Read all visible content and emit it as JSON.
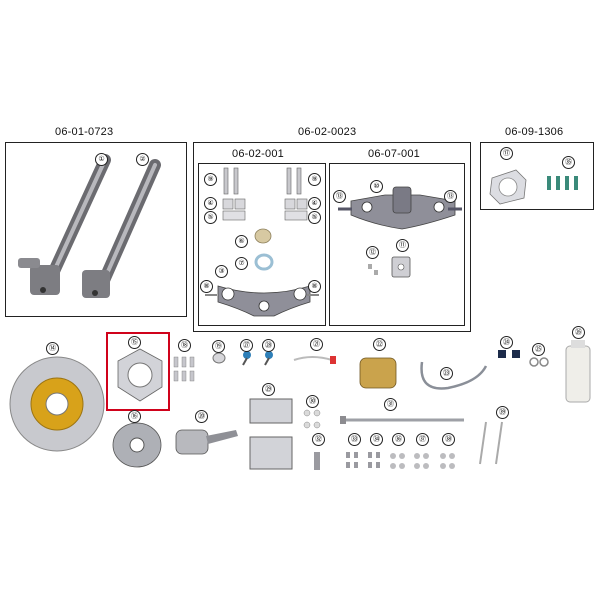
{
  "kits": {
    "fork": "06-01-0723",
    "triple": "06-02-0023",
    "lower": "06-02-001",
    "upper": "06-07-001",
    "cover": "06-09-1306"
  },
  "callouts": [
    "①",
    "②",
    "③",
    "④",
    "⑤",
    "⑥",
    "⑦",
    "⑧",
    "⑨",
    "⑩",
    "⑪",
    "⑫",
    "⑬",
    "⑭",
    "⑮",
    "⑯",
    "⑰",
    "⑱",
    "⑲",
    "⑳",
    "㉑",
    "㉒",
    "㉓",
    "㉔",
    "㉕",
    "㉖",
    "㉗",
    "㉘",
    "㉙",
    "㉚",
    "㉛",
    "㉜",
    "㉝",
    "㉞",
    "㉟",
    "㊱",
    "㊲",
    "㊳",
    "㊴"
  ],
  "highlighted": "⑮",
  "colors": {
    "highlight": "#d0021b",
    "chrome": "#9a9aa0",
    "gold": "#d8a21a",
    "steel": "#c4c6cc"
  }
}
